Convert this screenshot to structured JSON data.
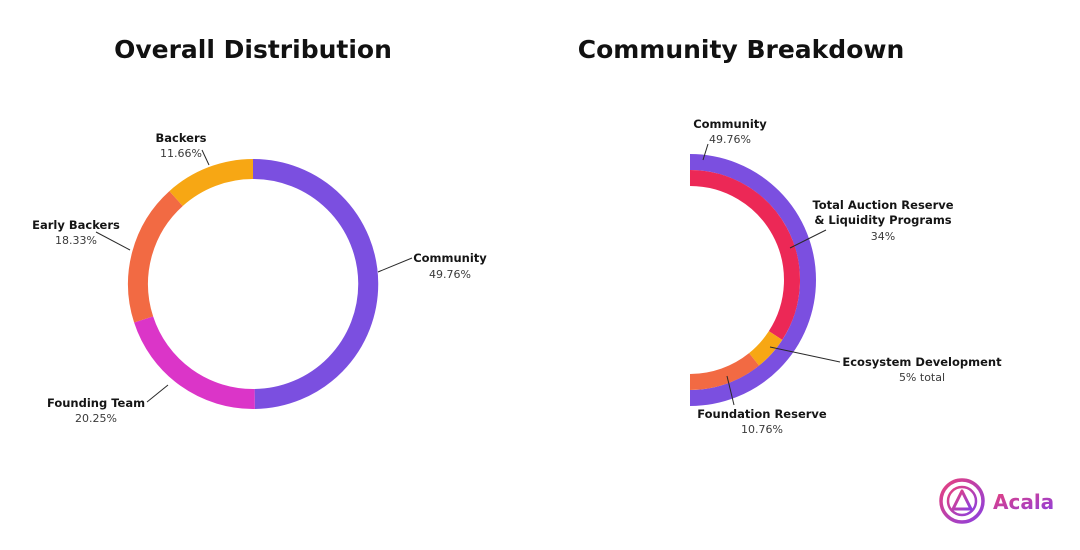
{
  "chart_data": [
    {
      "type": "pie",
      "title": "Overall Distribution",
      "slices": [
        {
          "name": "Community",
          "value": 49.76,
          "label_pct": "49.76%",
          "color": "#7B4FE0"
        },
        {
          "name": "Founding Team",
          "value": 20.25,
          "label_pct": "20.25%",
          "color": "#DB35C8"
        },
        {
          "name": "Early Backers",
          "value": 18.33,
          "label_pct": "18.33%",
          "color": "#F26A43"
        },
        {
          "name": "Backers",
          "value": 11.66,
          "label_pct": "11.66%",
          "color": "#F7A714"
        }
      ]
    },
    {
      "type": "pie",
      "title": "Community Breakdown",
      "outer": {
        "name": "Community",
        "value": 49.76,
        "label_pct": "49.76%",
        "color": "#7B4FE0"
      },
      "slices": [
        {
          "name": "Total Auction Reserve & Liquidity Programs",
          "lines": [
            "Total Auction Reserve",
            "& Liquidity Programs"
          ],
          "value": 34,
          "label_pct": "34%",
          "color": "#EC2856"
        },
        {
          "name": "Ecosystem Development",
          "value": 5,
          "label_pct": "5% total",
          "color": "#F7A714"
        },
        {
          "name": "Foundation Reserve",
          "value": 10.76,
          "label_pct": "10.76%",
          "color": "#F26A43"
        }
      ]
    }
  ],
  "logo": {
    "text": "Acala",
    "colors": [
      "#E8417C",
      "#8B3FE0"
    ]
  }
}
